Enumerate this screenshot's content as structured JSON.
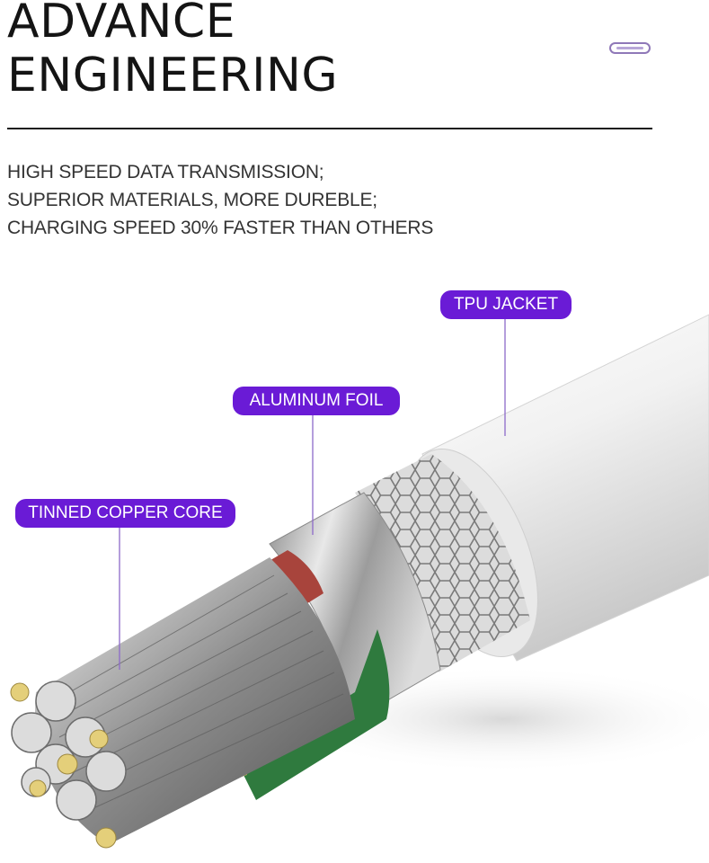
{
  "title": {
    "line1": "ADVANCE",
    "line2": "ENGINEERING"
  },
  "features": [
    "HIGH SPEED DATA TRANSMISSION;",
    "SUPERIOR MATERIALS, MORE DUREBLE;",
    "CHARGING SPEED 30% FASTER THAN OTHERS"
  ],
  "labels": {
    "tpu_jacket": "TPU JACKET",
    "aluminum_foil": "ALUMINUM FOIL",
    "tinned_copper_core": "TINNED COPPER CORE"
  },
  "colors": {
    "label_bg": "#6a1bd6",
    "label_text": "#ffffff",
    "rule": "#1c1c1c",
    "wire_red": "#a8443c",
    "wire_green": "#2f7a3e",
    "wire_gold": "#c9b25a"
  },
  "icons": {
    "port": "usb-c-port-icon"
  }
}
